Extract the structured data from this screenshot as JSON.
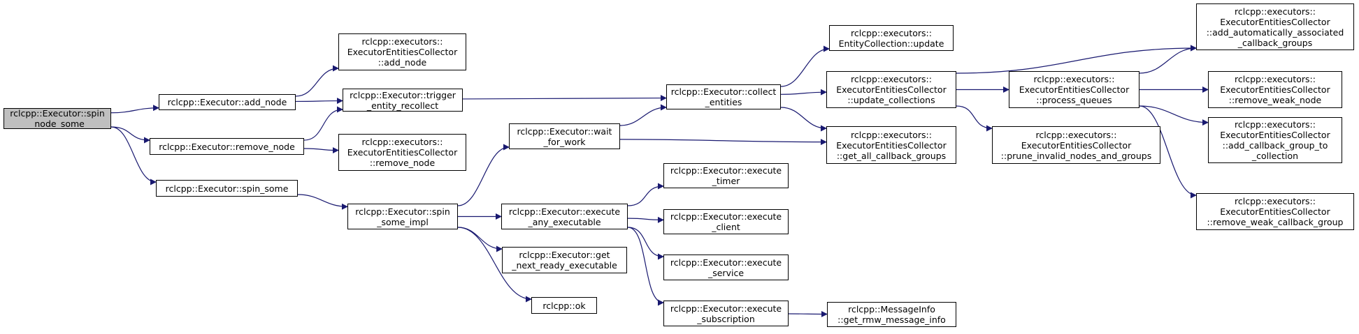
{
  "colors": {
    "edge": "#191970",
    "border": "#000000",
    "current_fill": "#bfbfbf",
    "fill": "#ffffff"
  },
  "nodes": [
    {
      "id": "spin_node_some",
      "lines": [
        "rclcpp::Executor::spin",
        "_node_some"
      ],
      "current": true
    },
    {
      "id": "add_node",
      "lines": [
        "rclcpp::Executor::add_node"
      ]
    },
    {
      "id": "remove_node",
      "lines": [
        "rclcpp::Executor::remove_node"
      ]
    },
    {
      "id": "spin_some",
      "lines": [
        "rclcpp::Executor::spin_some"
      ]
    },
    {
      "id": "ec_add_node",
      "lines": [
        "rclcpp::executors::",
        "ExecutorEntitiesCollector",
        "::add_node"
      ]
    },
    {
      "id": "trigger_entity_recollect",
      "lines": [
        "rclcpp::Executor::trigger",
        "_entity_recollect"
      ]
    },
    {
      "id": "ec_remove_node",
      "lines": [
        "rclcpp::executors::",
        "ExecutorEntitiesCollector",
        "::remove_node"
      ]
    },
    {
      "id": "spin_some_impl",
      "lines": [
        "rclcpp::Executor::spin",
        "_some_impl"
      ]
    },
    {
      "id": "wait_for_work",
      "lines": [
        "rclcpp::Executor::wait",
        "_for_work"
      ]
    },
    {
      "id": "execute_any_executable",
      "lines": [
        "rclcpp::Executor::execute",
        "_any_executable"
      ]
    },
    {
      "id": "get_next_ready_executable",
      "lines": [
        "rclcpp::Executor::get",
        "_next_ready_executable"
      ]
    },
    {
      "id": "ok",
      "lines": [
        "rclcpp::ok"
      ]
    },
    {
      "id": "collect_entities",
      "lines": [
        "rclcpp::Executor::collect",
        "_entities"
      ]
    },
    {
      "id": "execute_timer",
      "lines": [
        "rclcpp::Executor::execute",
        "_timer"
      ]
    },
    {
      "id": "execute_client",
      "lines": [
        "rclcpp::Executor::execute",
        "_client"
      ]
    },
    {
      "id": "execute_service",
      "lines": [
        "rclcpp::Executor::execute",
        "_service"
      ]
    },
    {
      "id": "execute_subscription",
      "lines": [
        "rclcpp::Executor::execute",
        "_subscription"
      ]
    },
    {
      "id": "entitycollection_update",
      "lines": [
        "rclcpp::executors::",
        "EntityCollection::update"
      ]
    },
    {
      "id": "update_collections",
      "lines": [
        "rclcpp::executors::",
        "ExecutorEntitiesCollector",
        "::update_collections"
      ]
    },
    {
      "id": "get_all_callback_groups",
      "lines": [
        "rclcpp::executors::",
        "ExecutorEntitiesCollector",
        "::get_all_callback_groups"
      ]
    },
    {
      "id": "get_rmw_message_info",
      "lines": [
        "rclcpp::MessageInfo",
        "::get_rmw_message_info"
      ]
    },
    {
      "id": "process_queues",
      "lines": [
        "rclcpp::executors::",
        "ExecutorEntitiesCollector",
        "::process_queues"
      ]
    },
    {
      "id": "prune_invalid_nodes_and_groups",
      "lines": [
        "rclcpp::executors::",
        "ExecutorEntitiesCollector",
        "::prune_invalid_nodes_and_groups"
      ]
    },
    {
      "id": "add_automatically_associated_callback_groups",
      "lines": [
        "rclcpp::executors::",
        "ExecutorEntitiesCollector",
        "::add_automatically_associated",
        "_callback_groups"
      ]
    },
    {
      "id": "remove_weak_node",
      "lines": [
        "rclcpp::executors::",
        "ExecutorEntitiesCollector",
        "::remove_weak_node"
      ]
    },
    {
      "id": "add_callback_group_to_collection",
      "lines": [
        "rclcpp::executors::",
        "ExecutorEntitiesCollector",
        "::add_callback_group_to",
        "_collection"
      ]
    },
    {
      "id": "remove_weak_callback_group",
      "lines": [
        "rclcpp::executors::",
        "ExecutorEntitiesCollector",
        "::remove_weak_callback_group"
      ]
    }
  ],
  "edges": [
    [
      "spin_node_some",
      "add_node"
    ],
    [
      "spin_node_some",
      "remove_node"
    ],
    [
      "spin_node_some",
      "spin_some"
    ],
    [
      "add_node",
      "ec_add_node"
    ],
    [
      "add_node",
      "trigger_entity_recollect"
    ],
    [
      "remove_node",
      "trigger_entity_recollect"
    ],
    [
      "remove_node",
      "ec_remove_node"
    ],
    [
      "spin_some",
      "spin_some_impl"
    ],
    [
      "trigger_entity_recollect",
      "collect_entities"
    ],
    [
      "spin_some_impl",
      "wait_for_work"
    ],
    [
      "spin_some_impl",
      "execute_any_executable"
    ],
    [
      "spin_some_impl",
      "get_next_ready_executable"
    ],
    [
      "spin_some_impl",
      "ok"
    ],
    [
      "wait_for_work",
      "collect_entities"
    ],
    [
      "wait_for_work",
      "get_all_callback_groups"
    ],
    [
      "execute_any_executable",
      "execute_timer"
    ],
    [
      "execute_any_executable",
      "execute_client"
    ],
    [
      "execute_any_executable",
      "execute_service"
    ],
    [
      "execute_any_executable",
      "execute_subscription"
    ],
    [
      "collect_entities",
      "entitycollection_update"
    ],
    [
      "collect_entities",
      "update_collections"
    ],
    [
      "collect_entities",
      "get_all_callback_groups"
    ],
    [
      "execute_subscription",
      "get_rmw_message_info"
    ],
    [
      "update_collections",
      "add_automatically_associated_callback_groups"
    ],
    [
      "update_collections",
      "process_queues"
    ],
    [
      "update_collections",
      "prune_invalid_nodes_and_groups"
    ],
    [
      "process_queues",
      "add_automatically_associated_callback_groups"
    ],
    [
      "process_queues",
      "remove_weak_node"
    ],
    [
      "process_queues",
      "add_callback_group_to_collection"
    ],
    [
      "process_queues",
      "remove_weak_callback_group"
    ]
  ]
}
